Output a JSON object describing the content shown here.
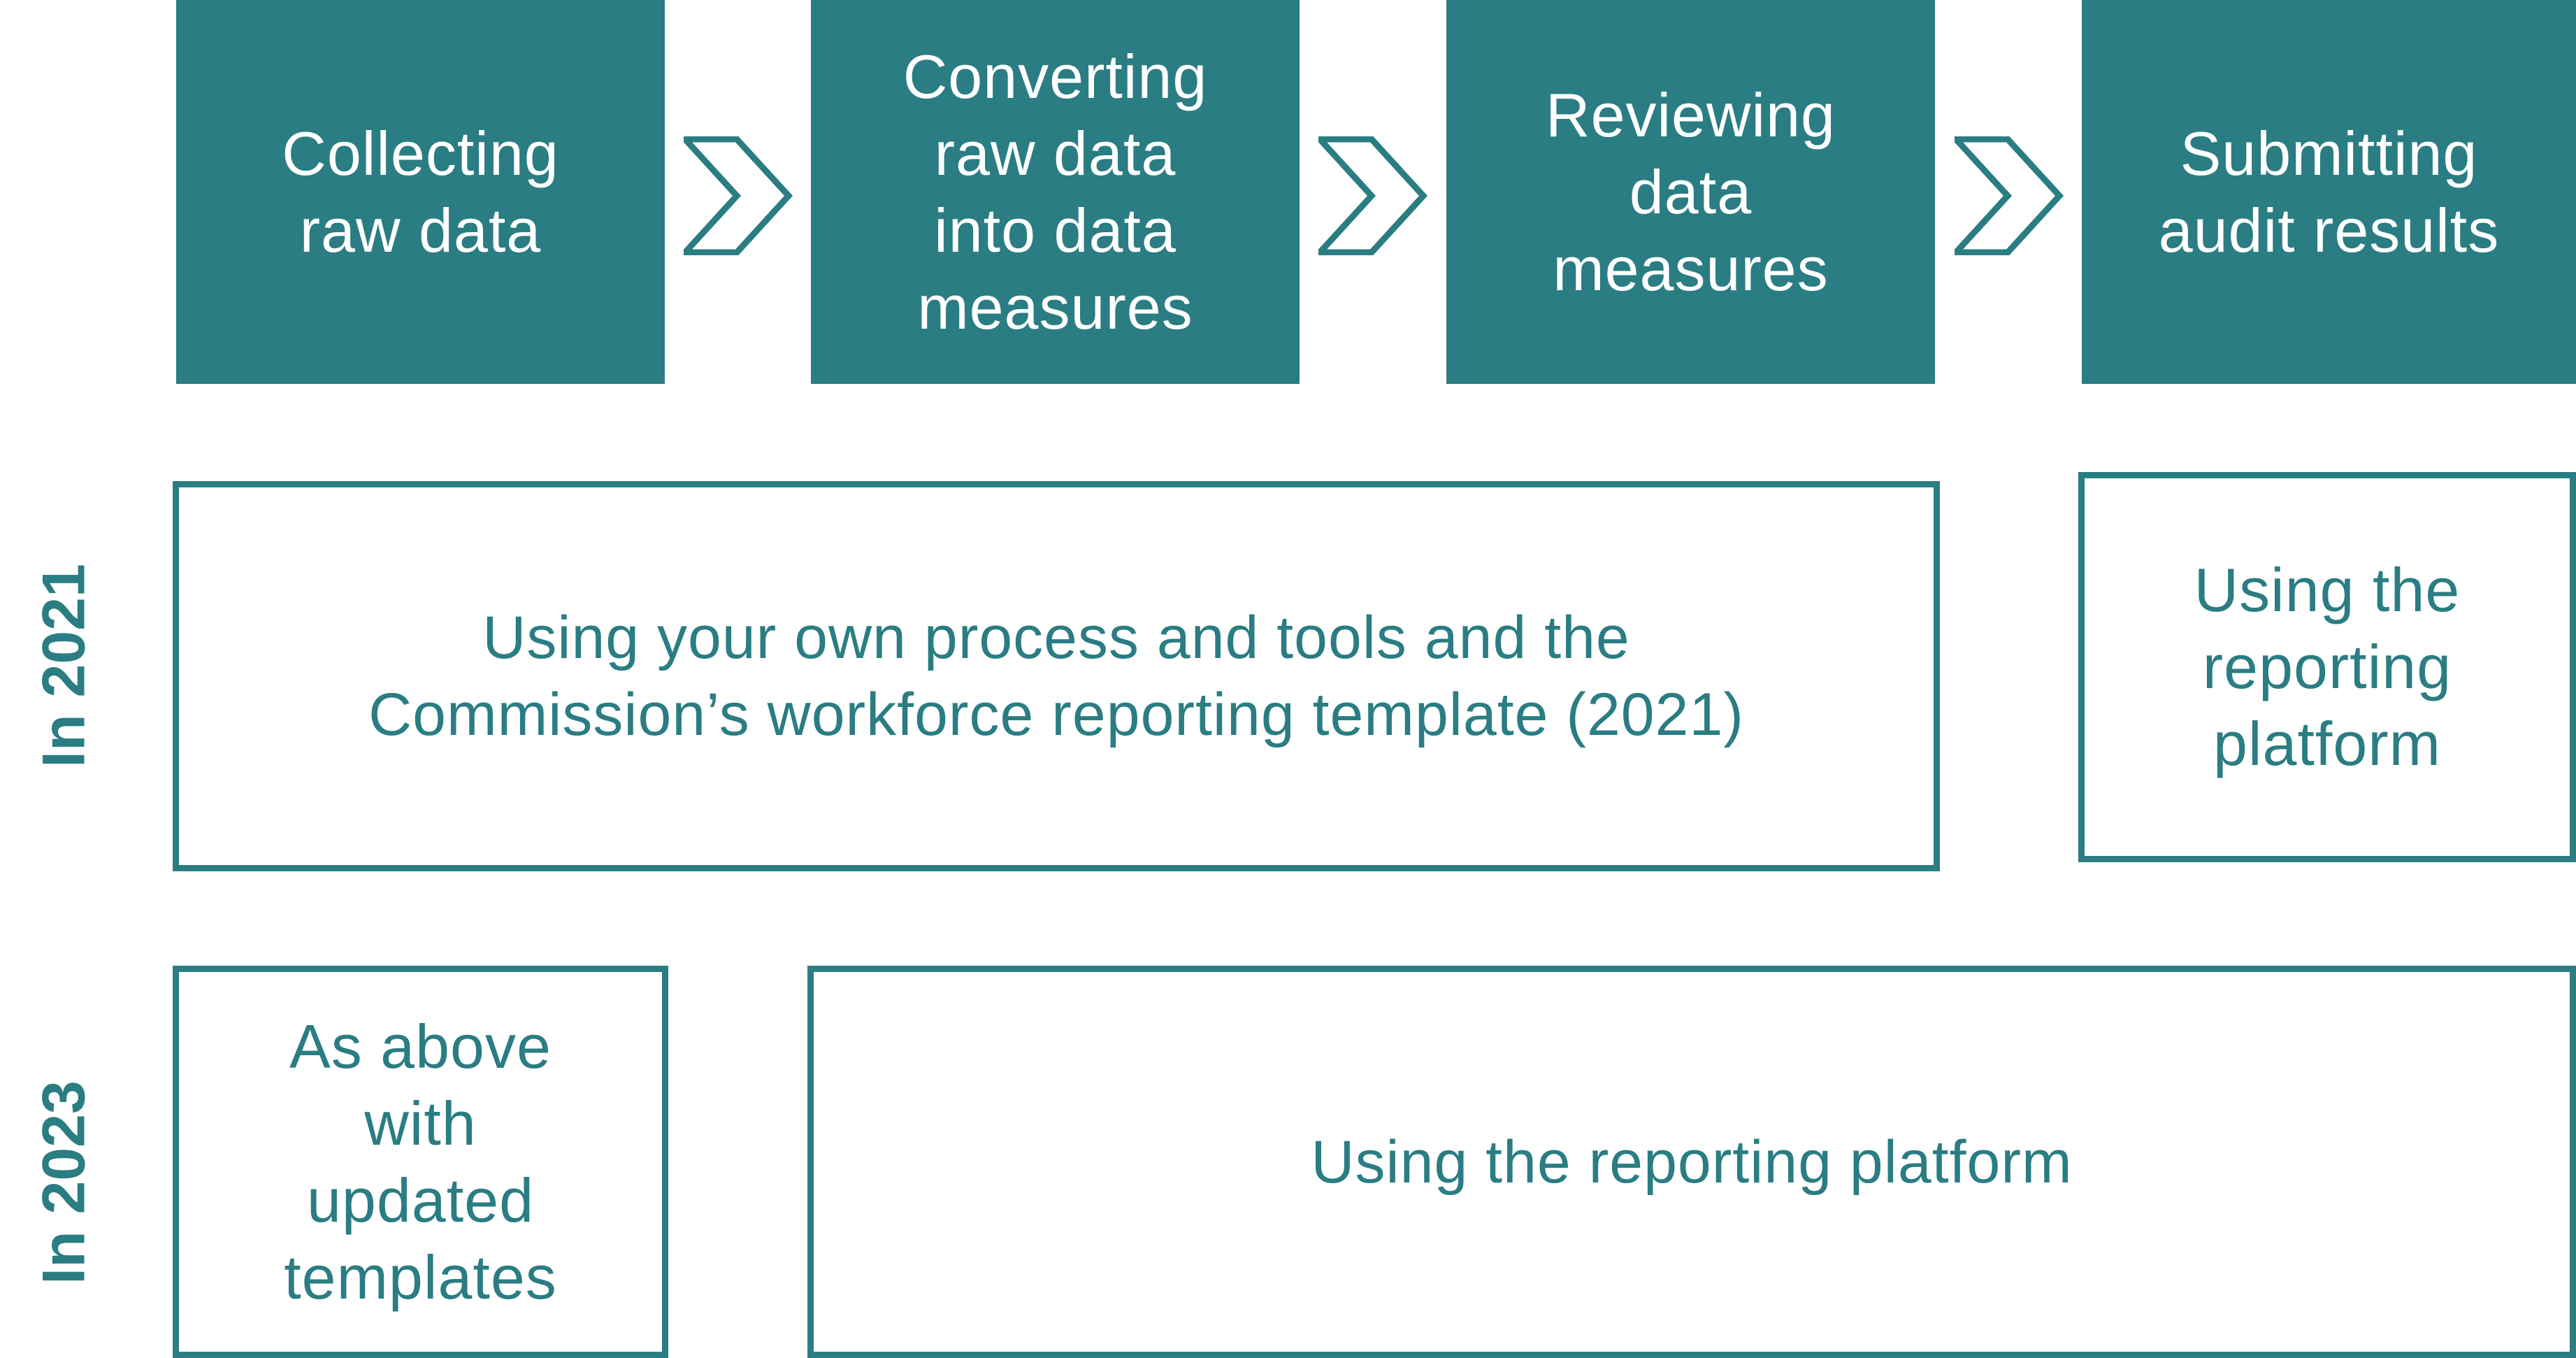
{
  "colors": {
    "accent": "#2a7d82",
    "background": "#ffffff"
  },
  "stages": [
    {
      "label": "Collecting\nraw data"
    },
    {
      "label": "Converting\nraw data\ninto data\nmeasures"
    },
    {
      "label": "Reviewing\ndata\nmeasures"
    },
    {
      "label": "Submitting\naudit results"
    }
  ],
  "connectors": [
    "chevron-right-icon",
    "chevron-right-icon",
    "chevron-right-icon"
  ],
  "rows": [
    {
      "year": "In 2021",
      "boxes": [
        {
          "label": "Using your own process and tools and the\nCommission’s workforce reporting template (2021)"
        },
        {
          "label": "Using the\nreporting\nplatform"
        }
      ]
    },
    {
      "year": "In 2023",
      "boxes": [
        {
          "label": "As above\nwith\nupdated\ntemplates"
        },
        {
          "label": "Using the reporting platform"
        }
      ]
    }
  ]
}
